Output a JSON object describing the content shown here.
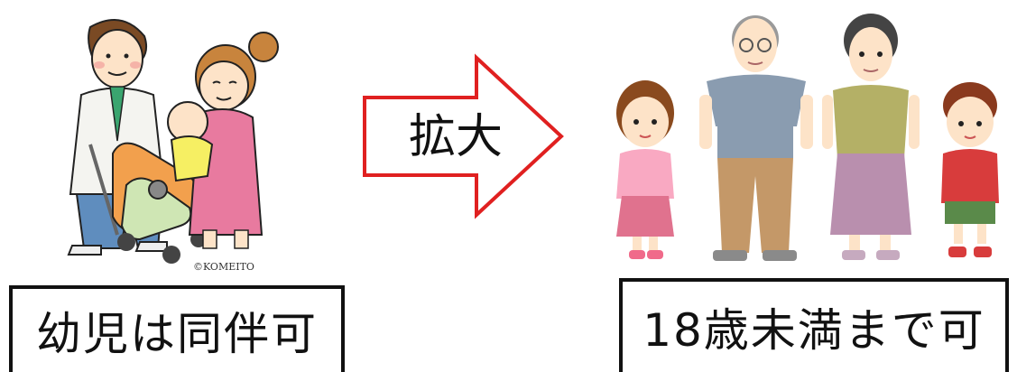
{
  "left_label": "幼児は同伴可",
  "right_label": "18歳未満まで可",
  "arrow_label": "拡大",
  "copyright": "©KOMEITO",
  "colors": {
    "arrow_stroke": "#e02020",
    "box_border": "#111111"
  },
  "icons": [
    "family-with-stroller-illustration",
    "four-person-family-illustration",
    "right-arrow-icon"
  ]
}
